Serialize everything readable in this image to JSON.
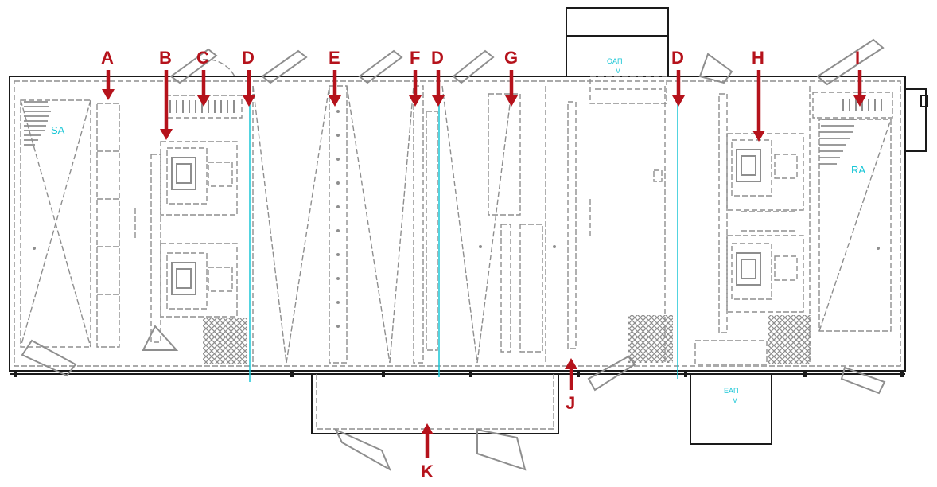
{
  "diagram": {
    "callouts": [
      {
        "id": "A",
        "label": "A"
      },
      {
        "id": "B",
        "label": "B"
      },
      {
        "id": "C",
        "label": "C"
      },
      {
        "id": "D1",
        "label": "D"
      },
      {
        "id": "E",
        "label": "E"
      },
      {
        "id": "F",
        "label": "F"
      },
      {
        "id": "D2",
        "label": "D"
      },
      {
        "id": "G",
        "label": "G"
      },
      {
        "id": "D3",
        "label": "D"
      },
      {
        "id": "H",
        "label": "H"
      },
      {
        "id": "I",
        "label": "I"
      },
      {
        "id": "J",
        "label": "J"
      },
      {
        "id": "K",
        "label": "K"
      }
    ],
    "air_labels": {
      "supply_air": "SA",
      "return_air": "RA",
      "outside_air": "OAП",
      "exhaust_air": "EAП",
      "arrow_glyph": "V"
    },
    "colors": {
      "callout": "#b5121b",
      "air_label": "#19c6d6",
      "drawing_line": "#8e8e8e",
      "outline": "#1a1a1a"
    }
  }
}
